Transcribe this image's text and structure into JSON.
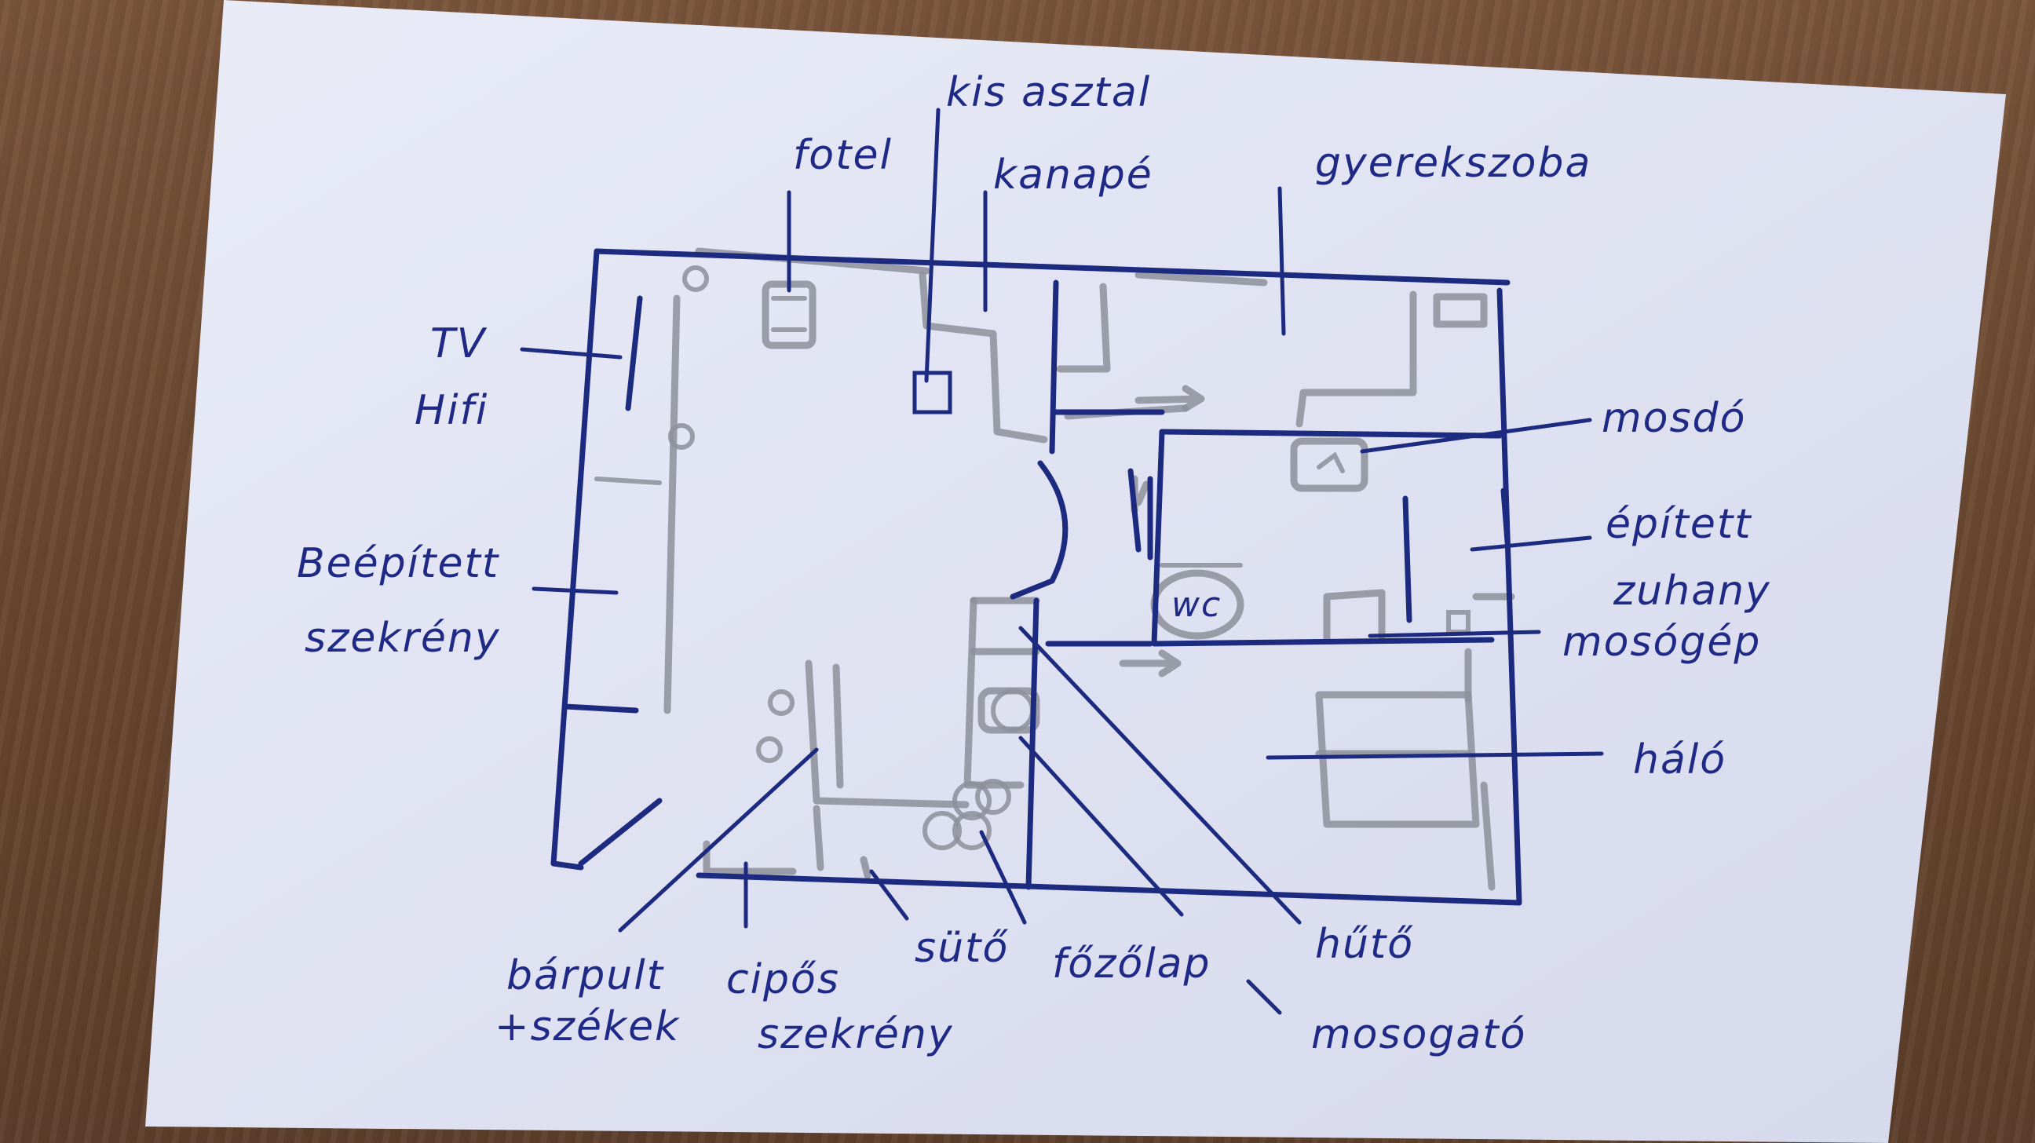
{
  "colors": {
    "ink": "#1c2a80",
    "pencil": "#8d8f9a",
    "paper": "#dfe2f2",
    "table": "#6a4831"
  },
  "labels": {
    "kis_asztal": "kis asztal",
    "fotel": "fotel",
    "kanape": "kanapé",
    "gyerekszoba": "gyerekszoba",
    "tv": "TV",
    "hifi": "Hifi",
    "beepitett": "Beépített",
    "szekreny": "szekrény",
    "mosdo": "mosdó",
    "epitett": "épített",
    "zuhany": "zuhany",
    "mosogep": "mosógép",
    "halo": "háló",
    "wc": "wc",
    "barpult": "bárpult",
    "szekek": "+székek",
    "cipos": "cipős",
    "szekreny2": "szekrény",
    "suto": "sütő",
    "fozolap": "főzőlap",
    "huto": "hűtő",
    "mosogato": "mosogató"
  }
}
